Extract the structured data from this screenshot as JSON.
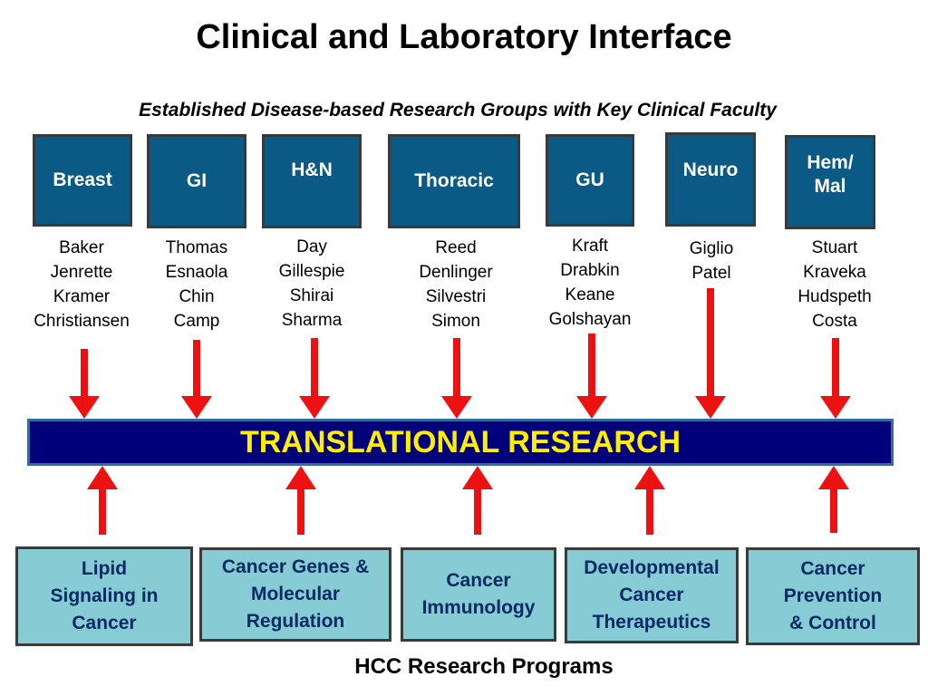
{
  "title": "Clinical and Laboratory Interface",
  "subtitle": "Established Disease-based Research Groups with Key Clinical Faculty",
  "groups": [
    {
      "label": "Breast",
      "faculty": [
        "Baker",
        "Jenrette",
        "Kramer",
        "Christiansen"
      ]
    },
    {
      "label": "GI",
      "faculty": [
        "Thomas",
        "Esnaola",
        "Chin",
        "Camp"
      ]
    },
    {
      "label": "H&N",
      "faculty": [
        "Day",
        "Gillespie",
        "Shirai",
        "Sharma"
      ]
    },
    {
      "label": "Thoracic",
      "faculty": [
        "Reed",
        "Denlinger",
        "Silvestri",
        "Simon"
      ]
    },
    {
      "label": "GU",
      "faculty": [
        "Kraft",
        "Drabkin",
        "Keane",
        "Golshayan"
      ]
    },
    {
      "label": "Neuro",
      "faculty": [
        "Giglio",
        "Patel"
      ]
    },
    {
      "label": "Hem/\nMal",
      "faculty": [
        "Stuart",
        "Kraveka",
        "Hudspeth",
        "Costa"
      ]
    }
  ],
  "center_label": "TRANSLATIONAL RESEARCH",
  "programs": [
    {
      "label": "Lipid\nSignaling in\nCancer"
    },
    {
      "label": "Cancer Genes &\nMolecular\nRegulation"
    },
    {
      "label": "Cancer\nImmunology"
    },
    {
      "label": "Developmental\nCancer\nTherapeutics"
    },
    {
      "label": "Cancer\nPrevention\n& Control"
    }
  ],
  "footer": "HCC Research Programs",
  "colors": {
    "group_box": "#0b5a86",
    "center_band": "#00007a",
    "center_text": "#ffee00",
    "program_box": "#87ccd5",
    "program_text": "#062a63",
    "arrow": "#ee1111"
  }
}
